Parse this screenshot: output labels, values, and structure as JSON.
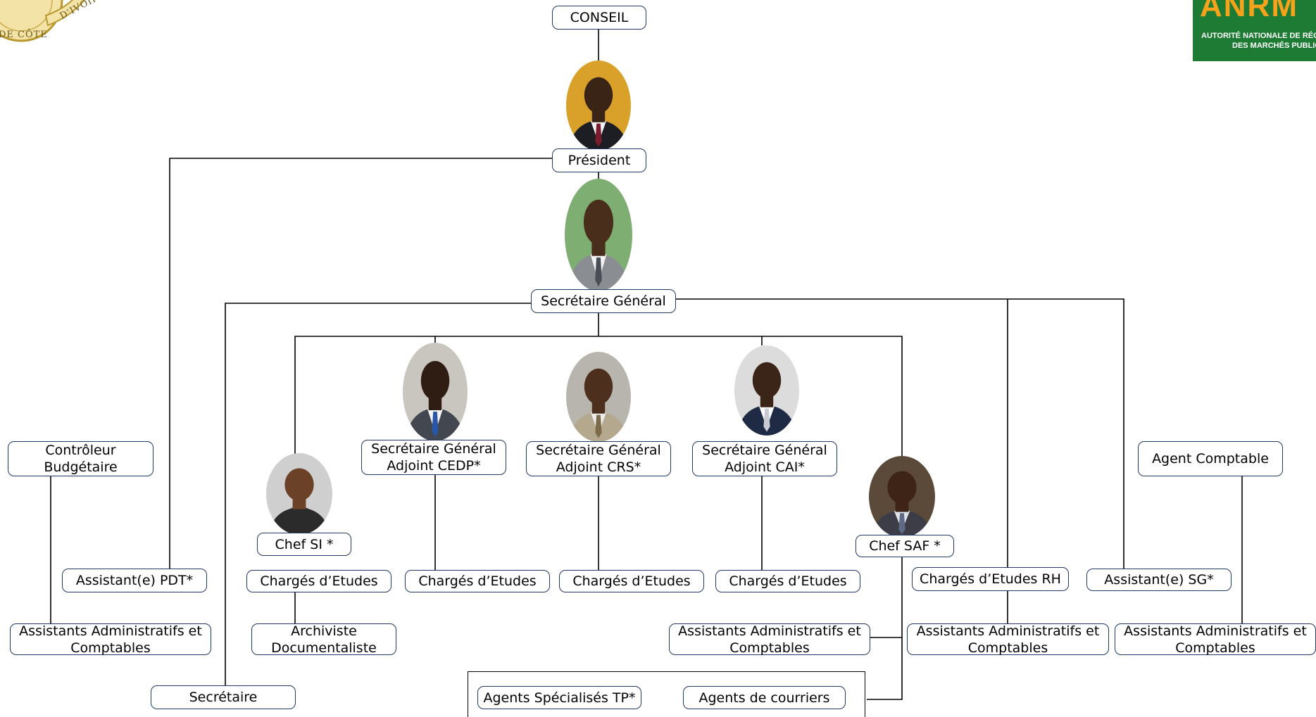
{
  "seal": {
    "text_top": "D'IVOIRE",
    "text_bottom": "DE CÔTE"
  },
  "logo": {
    "name": "ANRM",
    "subtitle_line1": "AUTORITÉ NATIONALE DE RÉGULATION",
    "subtitle_line2": "DES MARCHÉS PUBLICS",
    "colors": {
      "background": "#1e7b34",
      "accent": "#f7a21b"
    }
  },
  "nodes": {
    "conseil": {
      "lines": [
        "CONSEIL"
      ]
    },
    "president": {
      "lines": [
        "Président"
      ]
    },
    "secretaire_general": {
      "lines": [
        "Secrétaire Général"
      ]
    },
    "controleur": {
      "lines": [
        "Contrôleur",
        "Budgétaire"
      ]
    },
    "assistant_pdt": {
      "lines": [
        "Assistant(e) PDT*"
      ]
    },
    "assistants_left": {
      "lines": [
        "Assistants Administratifs et",
        "Comptables"
      ]
    },
    "secretaire": {
      "lines": [
        "Secrétaire"
      ]
    },
    "chef_si": {
      "lines": [
        "Chef SI *"
      ]
    },
    "charges_si": {
      "lines": [
        "Chargés d’Etudes"
      ]
    },
    "archiviste": {
      "lines": [
        "Archiviste",
        "Documentaliste"
      ]
    },
    "sga_cedp": {
      "lines": [
        "Secrétaire Général",
        "Adjoint CEDP*"
      ]
    },
    "charges_cedp": {
      "lines": [
        "Chargés d’Etudes"
      ]
    },
    "sga_crs": {
      "lines": [
        "Secrétaire Général",
        "Adjoint CRS*"
      ]
    },
    "charges_crs": {
      "lines": [
        "Chargés d’Etudes"
      ]
    },
    "sga_cai": {
      "lines": [
        "Secrétaire Général",
        "Adjoint CAI*"
      ]
    },
    "charges_cai": {
      "lines": [
        "Chargés d’Etudes"
      ]
    },
    "chef_saf": {
      "lines": [
        "Chef SAF *"
      ]
    },
    "assistants_saf": {
      "lines": [
        "Assistants Administratifs et",
        "Comptables"
      ]
    },
    "agents_tp": {
      "lines": [
        "Agents Spécialisés TP*"
      ]
    },
    "agents_courriers": {
      "lines": [
        "Agents de courriers"
      ]
    },
    "charges_rh": {
      "lines": [
        "Chargés d’Etudes RH"
      ]
    },
    "assistants_rh": {
      "lines": [
        "Assistants Administratifs et",
        "Comptables"
      ]
    },
    "assistant_sg": {
      "lines": [
        "Assistant(e) SG*"
      ]
    },
    "agent_comptable": {
      "lines": [
        "Agent Comptable"
      ]
    },
    "assistants_ac": {
      "lines": [
        "Assistants Administratifs et",
        "Comptables"
      ]
    }
  },
  "portraits": [
    {
      "name": "president-photo",
      "bg": "#d9a02a",
      "skin": "#3a2416",
      "suit": "#1d1d24",
      "tie": "#7a1c2c",
      "shirt": "#eef0f2"
    },
    {
      "name": "secretaire-general-photo",
      "bg": "#7fae72",
      "skin": "#4a2e1c",
      "suit": "#8a8d92",
      "tie": "#4a4d55",
      "shirt": "#f2f2f2"
    },
    {
      "name": "sga-cedp-photo",
      "bg": "#c9c6bf",
      "skin": "#2f1c12",
      "suit": "#43474f",
      "tie": "#2a56a8",
      "shirt": "#f4f4f4"
    },
    {
      "name": "sga-crs-photo",
      "bg": "#b7b5ae",
      "skin": "#4c2f1d",
      "suit": "#b4a88e",
      "tie": "#7c6a48",
      "shirt": "#ececec"
    },
    {
      "name": "sga-cai-photo",
      "bg": "#dcdcdc",
      "skin": "#3b2418",
      "suit": "#1f2a44",
      "tie": "#c8ccd2",
      "shirt": "#ffffff"
    },
    {
      "name": "chef-si-photo",
      "bg": "#cfcfcf",
      "skin": "#6b4127",
      "suit": "#2b2b2b",
      "tie": "#2b2b2b",
      "shirt": "#2b2b2b"
    },
    {
      "name": "chef-saf-photo",
      "bg": "#5b4a3a",
      "skin": "#3d2417",
      "suit": "#3c3d46",
      "tie": "#5f6a86",
      "shirt": "#dfe3ea"
    }
  ]
}
